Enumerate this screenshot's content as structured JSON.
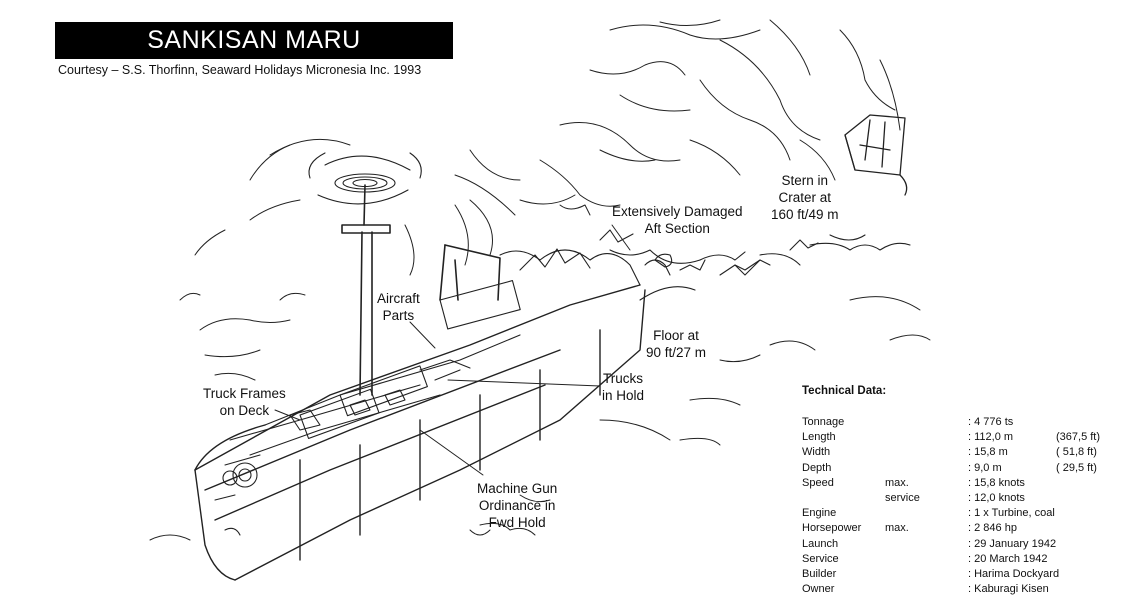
{
  "title": "SANKISAN MARU",
  "courtesy": "Courtesy – S.S. Thorfinn, Seaward Holidays Micronesia Inc. 1993",
  "labels": {
    "stern": [
      "Stern in",
      "Crater at",
      "160 ft/49 m"
    ],
    "aft": [
      "Extensively Damaged",
      "Aft Section"
    ],
    "aircraft": [
      "Aircraft",
      "Parts"
    ],
    "floor": [
      "Floor at",
      "90 ft/27 m"
    ],
    "trucks_hold": [
      "Trucks",
      "in Hold"
    ],
    "truck_frames": [
      "Truck Frames",
      "on Deck"
    ],
    "machine_gun": [
      "Machine Gun",
      "Ordinance in",
      "Fwd Hold"
    ]
  },
  "technical": {
    "heading": "Technical Data:",
    "rows": [
      {
        "label": "Tonnage",
        "qual": "",
        "value": ":  4 776 ts",
        "extra": ""
      },
      {
        "label": "Length",
        "qual": "",
        "value": ":  112,0 m",
        "extra": "(367,5 ft)"
      },
      {
        "label": "Width",
        "qual": "",
        "value": ":    15,8 m",
        "extra": "(  51,8 ft)"
      },
      {
        "label": "Depth",
        "qual": "",
        "value": ":      9,0 m",
        "extra": "(  29,5 ft)"
      },
      {
        "label": "Speed",
        "qual": "max.",
        "value": ":    15,8 knots",
        "extra": ""
      },
      {
        "label": "",
        "qual": "service",
        "value": ":    12,0 knots",
        "extra": ""
      },
      {
        "label": "Engine",
        "qual": "",
        "value": ": 1 x Turbine, coal",
        "extra": ""
      },
      {
        "label": "Horsepower",
        "qual": "max.",
        "value": ": 2 846 hp",
        "extra": ""
      },
      {
        "label": "Launch",
        "qual": "",
        "value": ": 29 January 1942",
        "extra": ""
      },
      {
        "label": "Service",
        "qual": "",
        "value": ": 20 March 1942",
        "extra": ""
      },
      {
        "label": "Builder",
        "qual": "",
        "value": ": Harima Dockyard",
        "extra": ""
      },
      {
        "label": "Owner",
        "qual": "",
        "value": ": Kaburagi Kisen",
        "extra": ""
      }
    ]
  }
}
